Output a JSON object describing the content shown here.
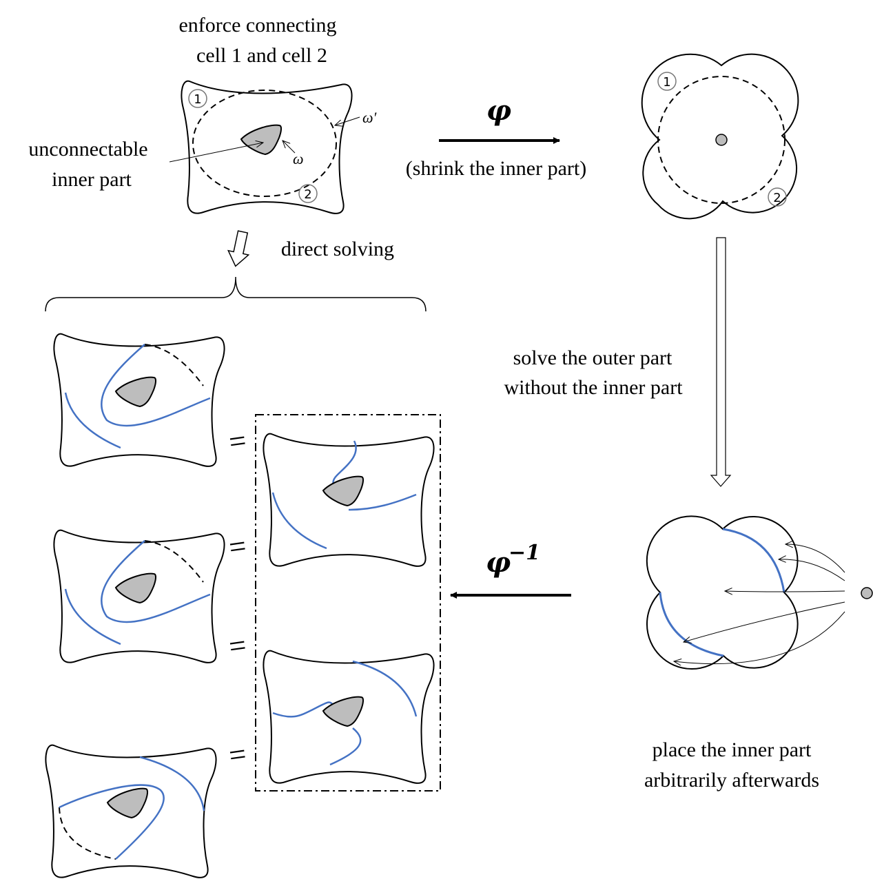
{
  "top_left": {
    "title_line1": "enforce connecting",
    "title_line2": "cell 1 and cell 2",
    "cell1": "1",
    "cell2": "2",
    "omega_prime": "ω′",
    "omega": "ω",
    "inner_label_line1": "unconnectable",
    "inner_label_line2": "inner part"
  },
  "top_right": {
    "cell1": "1",
    "cell2": "2"
  },
  "phi_arrow": {
    "symbol": "φ",
    "caption": "(shrink the inner part)"
  },
  "direct_solving": "direct solving",
  "solve_outer": {
    "line1": "solve the outer part",
    "line2": "without the inner part"
  },
  "phi_inverse": {
    "symbol": "φ",
    "exponent": "−1"
  },
  "place_inner": {
    "line1": "place the inner part",
    "line2": "arbitrarily afterwards"
  },
  "equals_sign": "="
}
